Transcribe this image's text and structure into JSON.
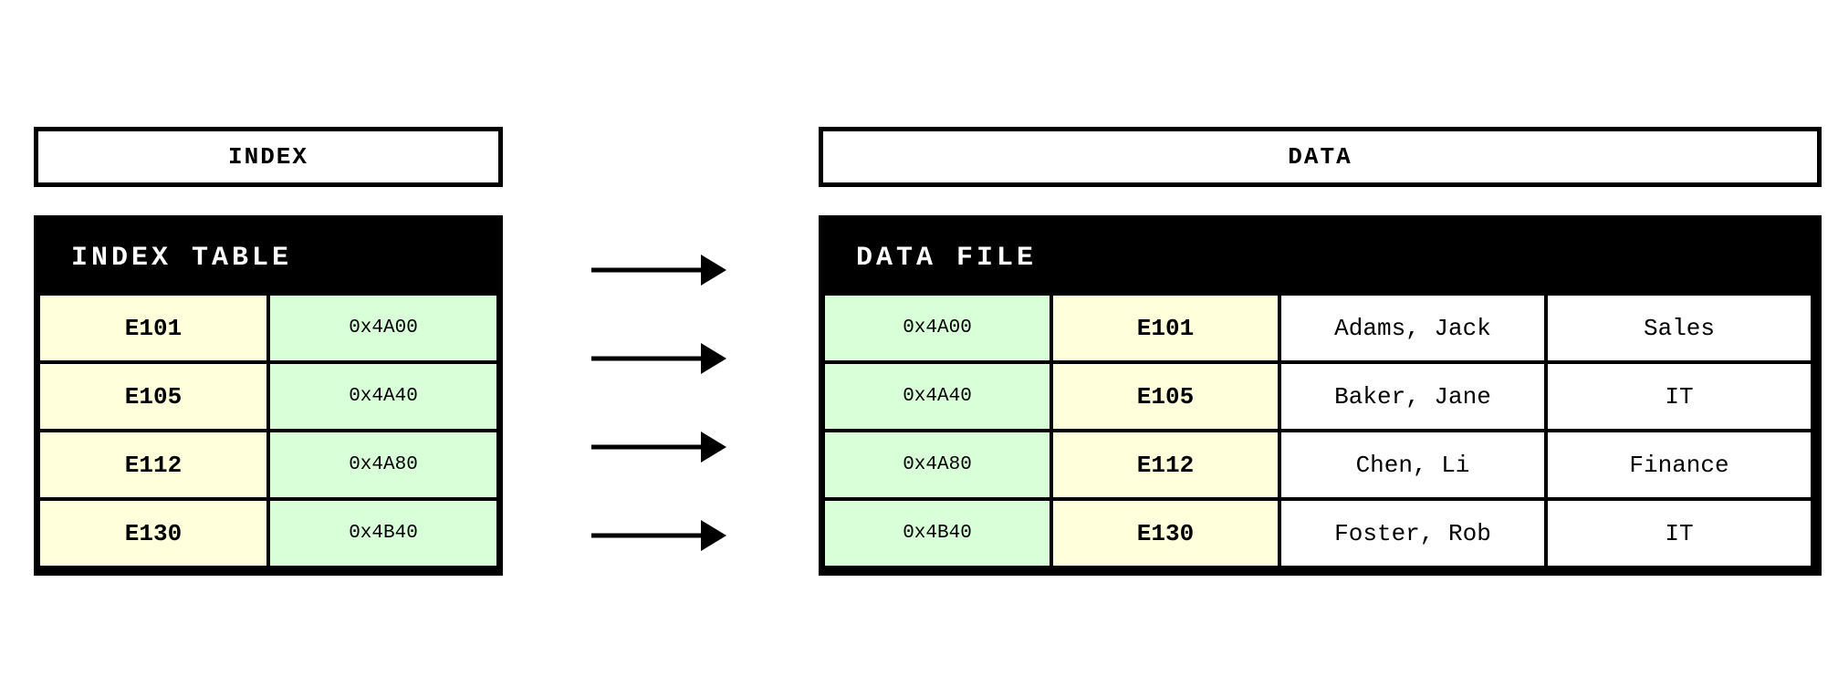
{
  "index_label": "INDEX",
  "data_label": "DATA",
  "index_table": {
    "title": "INDEX TABLE",
    "rows": [
      {
        "key": "E101",
        "addr": "0x4A00"
      },
      {
        "key": "E105",
        "addr": "0x4A40"
      },
      {
        "key": "E112",
        "addr": "0x4A80"
      },
      {
        "key": "E130",
        "addr": "0x4B40"
      }
    ]
  },
  "data_table": {
    "title": "DATA FILE",
    "rows": [
      {
        "addr": "0x4A00",
        "key": "E101",
        "name": "Adams, Jack",
        "dept": "Sales"
      },
      {
        "addr": "0x4A40",
        "key": "E105",
        "name": "Baker, Jane",
        "dept": "IT"
      },
      {
        "addr": "0x4A80",
        "key": "E112",
        "name": "Chen, Li",
        "dept": "Finance"
      },
      {
        "addr": "0x4B40",
        "key": "E130",
        "name": "Foster, Rob",
        "dept": "IT"
      }
    ]
  },
  "colors": {
    "key_fill": "#ffffdb",
    "addr_fill": "#d9ffd9",
    "border": "#000000"
  }
}
